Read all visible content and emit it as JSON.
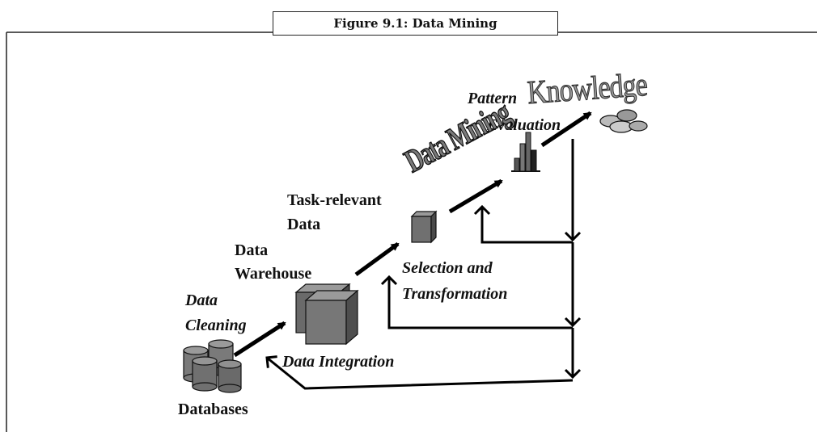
{
  "figure": {
    "caption": "Figure 9.1: Data Mining"
  },
  "labels": {
    "knowledge": "Knowledge",
    "pattern_evaluation_line1": "Pattern",
    "pattern_evaluation_line2": "Evaluation",
    "data_mining": "Data Mining",
    "task_relevant_line1": "Task-relevant",
    "task_relevant_line2": "Data",
    "data_warehouse_line1": "Data",
    "data_warehouse_line2": "Warehouse",
    "selection_line1": "Selection and",
    "selection_line2": "Transformation",
    "data_cleaning_line1": "Data",
    "data_cleaning_line2": "Cleaning",
    "data_integration": "Data Integration",
    "databases": "Databases"
  },
  "colors": {
    "line": "#000000",
    "shape_fill": "#777777",
    "shape_dark": "#444444",
    "knowledge_text": "#9a9a9a"
  }
}
